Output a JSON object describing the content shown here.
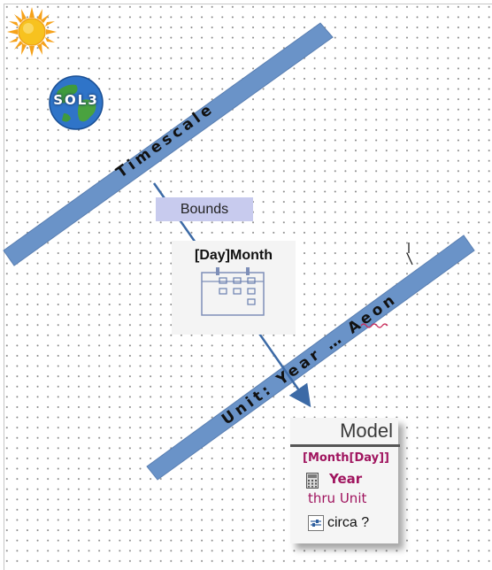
{
  "diagram": {
    "bars": [
      {
        "label": "Timescale"
      },
      {
        "label": "Unit: Year … Aeon"
      }
    ],
    "bounds_label": "Bounds",
    "day_month_title": "[Day]Month",
    "globe_label": "SOL3",
    "model": {
      "title": "Model",
      "line1": "[Month[Day]]",
      "line2": "Year",
      "line3": "thru Unit",
      "line4": "circa ?"
    },
    "icons": [
      "sun-icon",
      "globe-icon",
      "calendar-icon",
      "calculator-icon",
      "sliders-icon"
    ],
    "colors": {
      "bar_fill": "#6a93c8",
      "bar_stroke": "#5a7fb2",
      "arrow": "#3c6aa6",
      "bounds_fill": "#c8cbee",
      "model_text": "#a0155f"
    }
  }
}
